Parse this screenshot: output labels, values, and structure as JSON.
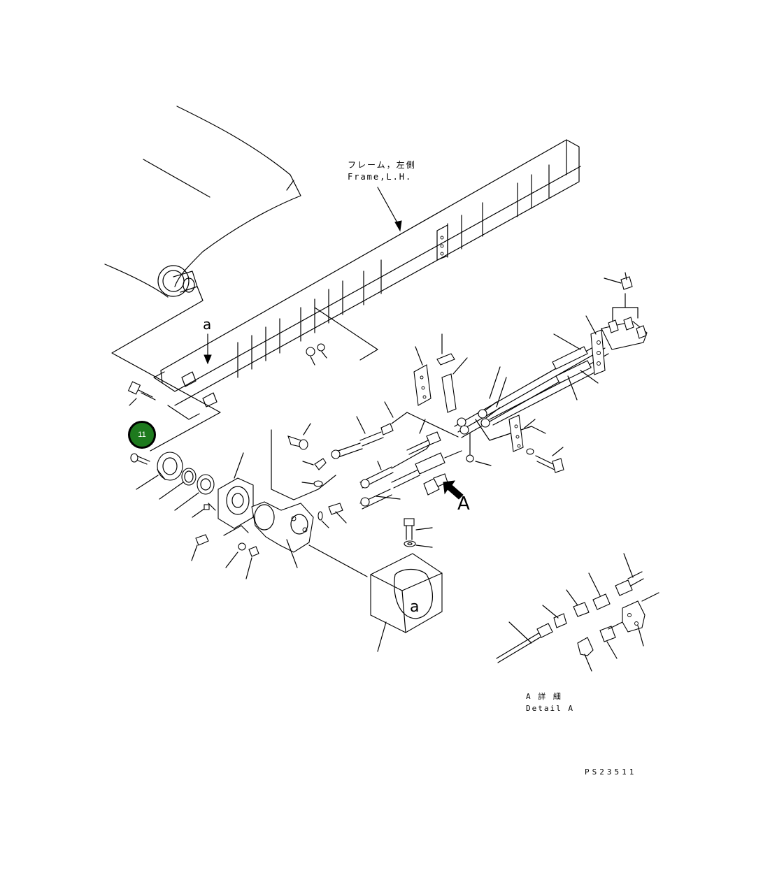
{
  "frame_label": {
    "jp": "フレーム，左側",
    "en": "Frame,L.H."
  },
  "detail_label": {
    "jp": "A 詳 細",
    "en": "Detail A"
  },
  "view_letters": {
    "a_top": "a",
    "a_bottom": "a",
    "A": "A"
  },
  "callout": {
    "number": "11",
    "color": "#1e7a1e"
  },
  "drawing_code": "PS23511"
}
